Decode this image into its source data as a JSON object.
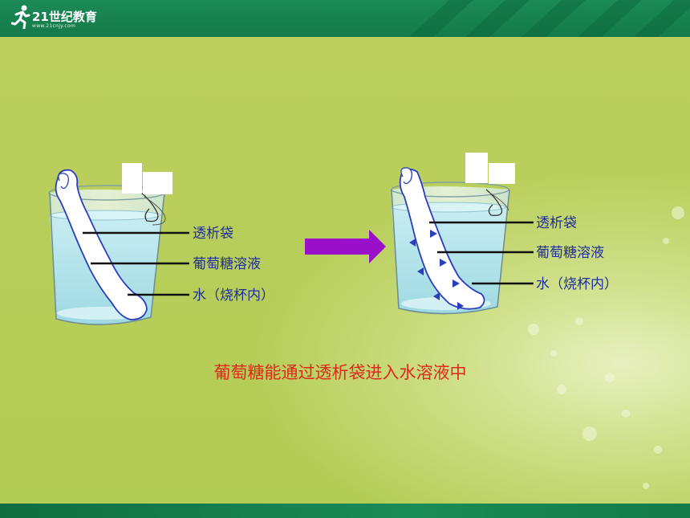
{
  "header": {
    "logo_name": "21世纪教育",
    "logo_url": "www.21cnjy.com"
  },
  "left_beaker": {
    "labels": {
      "bag": "透析袋",
      "glucose": "葡萄糖溶液",
      "water": "水（烧杯内）"
    }
  },
  "right_beaker": {
    "labels": {
      "bag": "透析袋",
      "glucose": "葡萄糖溶液",
      "water": "水（烧杯内）"
    }
  },
  "caption": "葡萄糖能通过透析袋进入水溶液中",
  "colors": {
    "arrow": "#9a0fc9",
    "label": "#1f2d9c",
    "caption": "#e0281a",
    "water": "#bfe8ef"
  }
}
